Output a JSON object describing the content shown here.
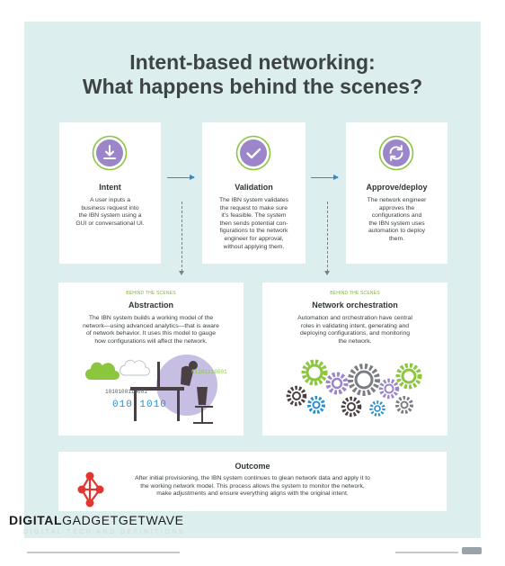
{
  "title": {
    "line1": "Intent-based networking:",
    "line2": "What happens behind the scenes?"
  },
  "steps": [
    {
      "icon": "download-icon",
      "title": "Intent",
      "text": [
        "A user inputs a",
        "business request into",
        "the IBN system using a",
        "GUI or conversational UI."
      ]
    },
    {
      "icon": "checkmark-icon",
      "title": "Validation",
      "text": [
        "The IBN system validates",
        "the request to make sure",
        "it's feasible. The system",
        "then sends potential con-",
        "figurations to the network",
        "engineer for approval,",
        "without applying them."
      ]
    },
    {
      "icon": "refresh-icon",
      "title": "Approve/deploy",
      "text": [
        "The network engineer",
        "approves the",
        "configurations and",
        "the IBN system uses",
        "automation to deploy",
        "them."
      ]
    }
  ],
  "behind": [
    {
      "tag": "BEHIND THE SCENES",
      "title": "Abstraction",
      "text": [
        "The IBN system builds a working model of the",
        "network—using advanced analytics—that is aware",
        "of network behavior. It uses this model to gauge",
        "how configurations will affect the network."
      ],
      "binary": [
        "1010100110001",
        "010 1010",
        "01101110001"
      ]
    },
    {
      "tag": "BEHIND THE SCENES",
      "title": "Network orchestration",
      "text": [
        "Automation and orchestration have central",
        "roles in validating intent, generating and",
        "deploying configurations, and monitoring",
        "the network."
      ]
    }
  ],
  "outcome": {
    "title": "Outcome",
    "text": [
      "After initial provisioning, the IBN system continues to glean network data and apply it to",
      "the working network model. This process allows the system to monitor the network,",
      "make adjustments and ensure everything aligns with the original intent."
    ]
  },
  "watermark": {
    "brand_part1": "DIGITAL",
    "brand_part2": "GADGETGETWAVE",
    "tagline": "DIGITAL  TECH  AND  DEFINITIONS"
  },
  "colors": {
    "panel": "#dcefee",
    "accent_green": "#8cc63f",
    "accent_purple": "#9a86c8",
    "accent_blue": "#2a8fce",
    "logo_red": "#e0362f"
  }
}
